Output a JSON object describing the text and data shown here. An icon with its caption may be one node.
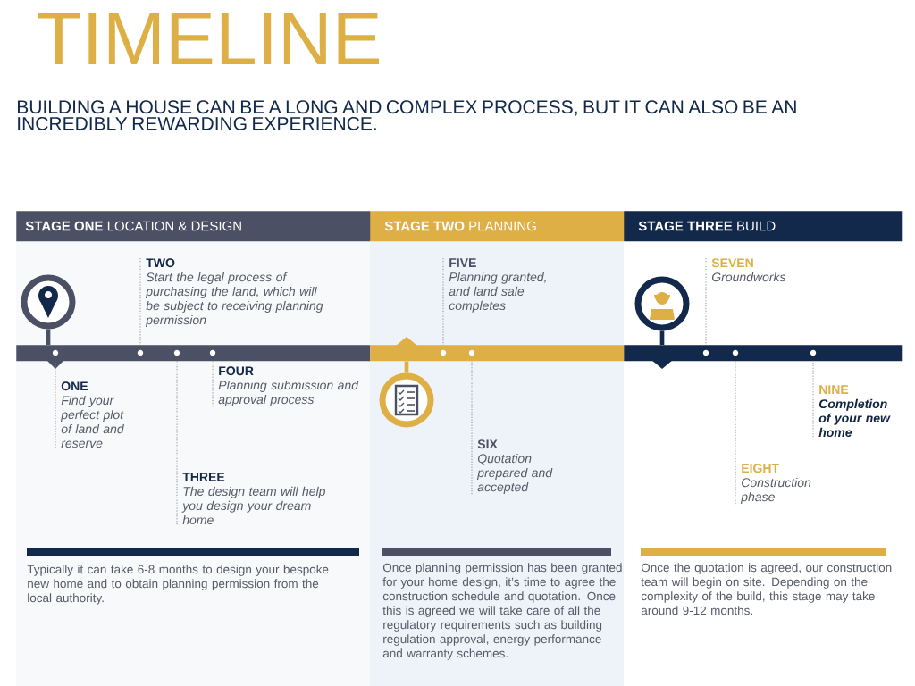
{
  "diagram": {
    "title": "TIMELINE",
    "nodes": [
      {
        "text": [
          "**STAGE ONE** LOCATION & DESIGN"
        ]
      },
      {
        "text": [
          "**STAGE TWO** PLANNING"
        ]
      },
      {
        "text": [
          "**STAGE THREE** BUILD"
        ]
      },
      {
        "text": [],
        "shape": "bar"
      },
      {
        "text": [],
        "shape": "bar"
      },
      {
        "text": [],
        "shape": "bar"
      },
      {
        "text": [],
        "shape": "circle"
      },
      {
        "text": [],
        "shape": "circle"
      },
      {
        "text": [],
        "shape": "circle"
      },
      {
        "text": [
          "ONE",
          "Find your perfect plot of land and reserve"
        ]
      },
      {
        "text": [
          "TWO",
          "Start the legal process of purchasing the land, which will be subject to receiving planning permission"
        ]
      },
      {
        "text": [
          "THREE",
          "The design team will help you design your dream home"
        ]
      },
      {
        "text": [
          "FOUR",
          "Planning submission and approval process"
        ]
      },
      {
        "text": [
          "FIVE",
          "Planning granted, and land sale completes"
        ]
      },
      {
        "text": [
          "SIX",
          "Quotation prepared and accepted"
        ]
      },
      {
        "text": [
          "SEVEN",
          "Groundworks"
        ]
      },
      {
        "text": [
          "EIGHT",
          "Construction phase"
        ]
      },
      {
        "text": [
          "NINE",
          "Completion of your new home"
        ]
      },
      {
        "text": [
          "Typically it can take 6-8 months to design your bespoke new home and to obtain planning permission from the local authority."
        ]
      },
      {
        "text": [
          "Once planning permission has been granted for your home design, it’s time to agree the construction schedule and quotation. Once this is agreed we will take care of all the regulatory requirements such as building regulation approval, energy performance and warranty schemes."
        ]
      },
      {
        "text": [
          "Once the quotation is agreed, our construction team will begin on site. Depending on the complexity of the build, this stage may take around 9-12 months."
        ]
      }
    ],
    "edges": [
      {
        "from": 6,
        "to": 3,
        "arrow": "none",
        "style": "thick",
        "color": "#4b5064"
      },
      {
        "from": 7,
        "to": 4,
        "arrow": "none",
        "style": "thick",
        "color": "#deaf44"
      },
      {
        "from": 8,
        "to": 5,
        "arrow": "none",
        "style": "thick",
        "color": "#13294b"
      },
      {
        "from": 9,
        "to": 3,
        "arrow": "none",
        "style": "dashed"
      },
      {
        "from": 10,
        "to": 3,
        "arrow": "none",
        "style": "dashed"
      },
      {
        "from": 11,
        "to": 3,
        "arrow": "none",
        "style": "dashed"
      },
      {
        "from": 12,
        "to": 3,
        "arrow": "none",
        "style": "dashed"
      },
      {
        "from": 13,
        "to": 4,
        "arrow": "none",
        "style": "dashed"
      },
      {
        "from": 14,
        "to": 4,
        "arrow": "none",
        "style": "dashed"
      },
      {
        "from": 15,
        "to": 5,
        "arrow": "none",
        "style": "dashed"
      },
      {
        "from": 16,
        "to": 5,
        "arrow": "none",
        "style": "dashed"
      },
      {
        "from": 17,
        "to": 5,
        "arrow": "none",
        "style": "dashed"
      }
    ],
    "labels": [
      "BUILDING A HOUSE CAN BE A LONG AND COMPLEX PROCESS, BUT IT CAN ALSO BE AN INCREDIBLY REWARDING EXPERIENCE."
    ]
  }
}
